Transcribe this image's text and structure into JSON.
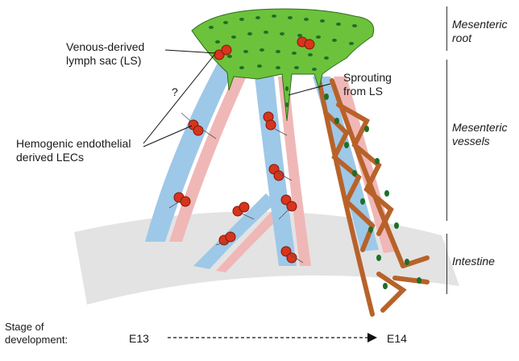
{
  "labels": {
    "venous_lymph_sac": "Venous-derived\nlymph sac (LS)",
    "question": "?",
    "hemogenic": "Hemogenic endothelial\nderived LECs",
    "sprouting": "Sprouting\nfrom LS",
    "stage": "Stage of\ndevelopment:",
    "start_stage": "E13",
    "end_stage": "E14"
  },
  "regions": {
    "root": "Mesenteric\nroot",
    "vessels": "Mesenteric\nvessels",
    "intestine": "Intestine"
  },
  "colors": {
    "lymph_sac": "#6cc23a",
    "lymph_nuclei": "#1f6e2a",
    "vein": "#9ec8e8",
    "artery": "#f0b7b7",
    "intestine": "#e3e3e3",
    "lec_cluster": "#d9341c",
    "lymphatic_network": "#b8622a"
  }
}
